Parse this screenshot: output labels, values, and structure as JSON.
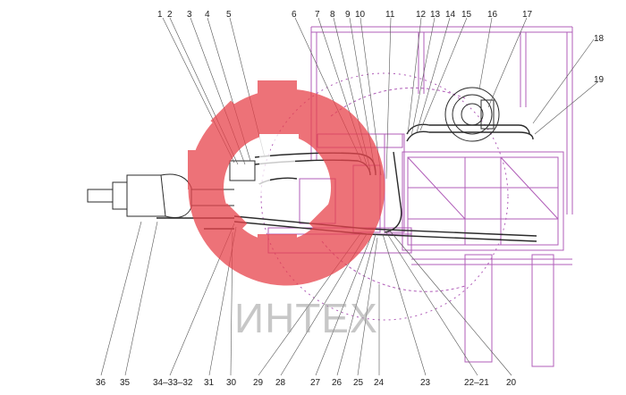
{
  "watermark": {
    "text": "ИНТЕХ",
    "logo": "intech-logo"
  },
  "colors": {
    "frame": "#b05db8",
    "pipe": "#2b2b2b",
    "leader": "#555555",
    "watermark": "#e8434b",
    "dot": "#c04b9c"
  },
  "callouts_top": [
    "1",
    "2",
    "3",
    "4",
    "5",
    "6",
    "7",
    "8",
    "9",
    "10",
    "11",
    "12",
    "13",
    "14",
    "15",
    "16",
    "17"
  ],
  "callouts_right": [
    "18",
    "19"
  ],
  "callouts_bottom": [
    "36",
    "35",
    "34–33–32",
    "31",
    "30",
    "29",
    "28",
    "27",
    "26",
    "25",
    "24",
    "23",
    "22–21",
    "20"
  ]
}
